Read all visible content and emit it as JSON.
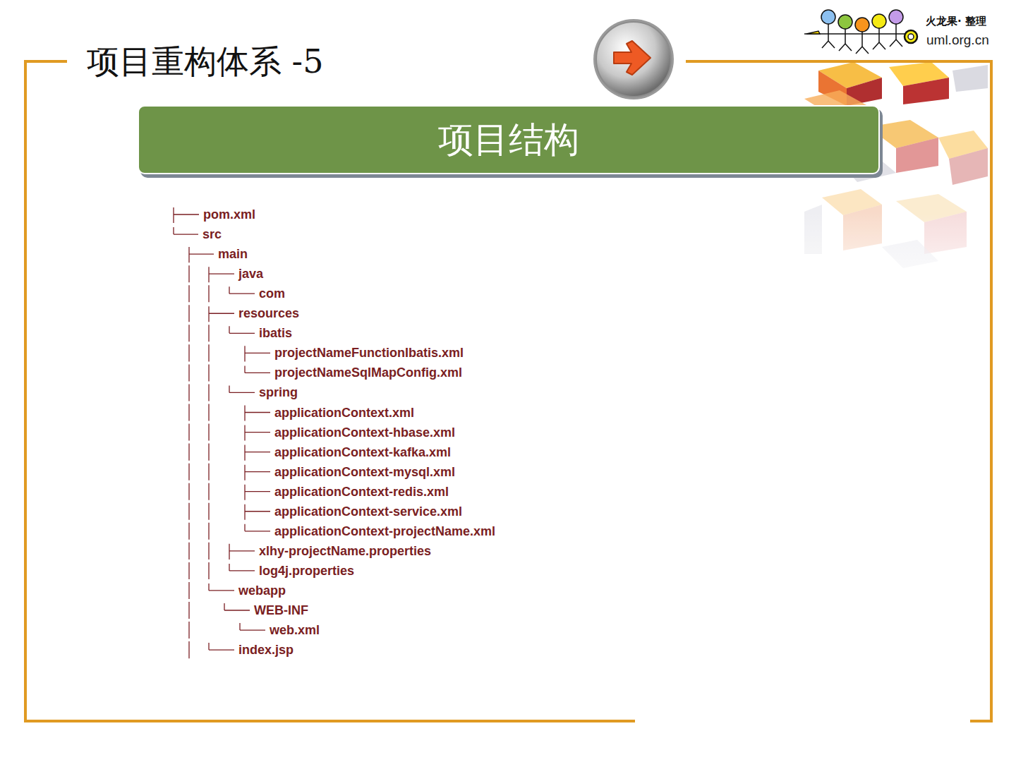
{
  "diagram": {
    "title": "项目重构体系 -5",
    "nodes": [
      {
        "text": [
          "项目结构"
        ]
      }
    ],
    "labels": [
      "火龙果· 整理",
      "uml.org.cn",
      "pom.xml",
      "src",
      "main",
      "java",
      "com",
      "resources",
      "ibatis",
      "projectNameFunctionIbatis.xml",
      "projectNameSqlMapConfig.xml",
      "spring",
      "applicationContext.xml",
      "applicationContext-hbase.xml",
      "applicationContext-kafka.xml",
      "applicationContext-mysql.xml",
      "applicationContext-redis.xml",
      "applicationContext-service.xml",
      "applicationContext-projectName.xml",
      "xlhy-projectName.properties",
      "log4j.properties",
      "webapp",
      "WEB-INF",
      "web.xml",
      "index.jsp"
    ]
  }
}
